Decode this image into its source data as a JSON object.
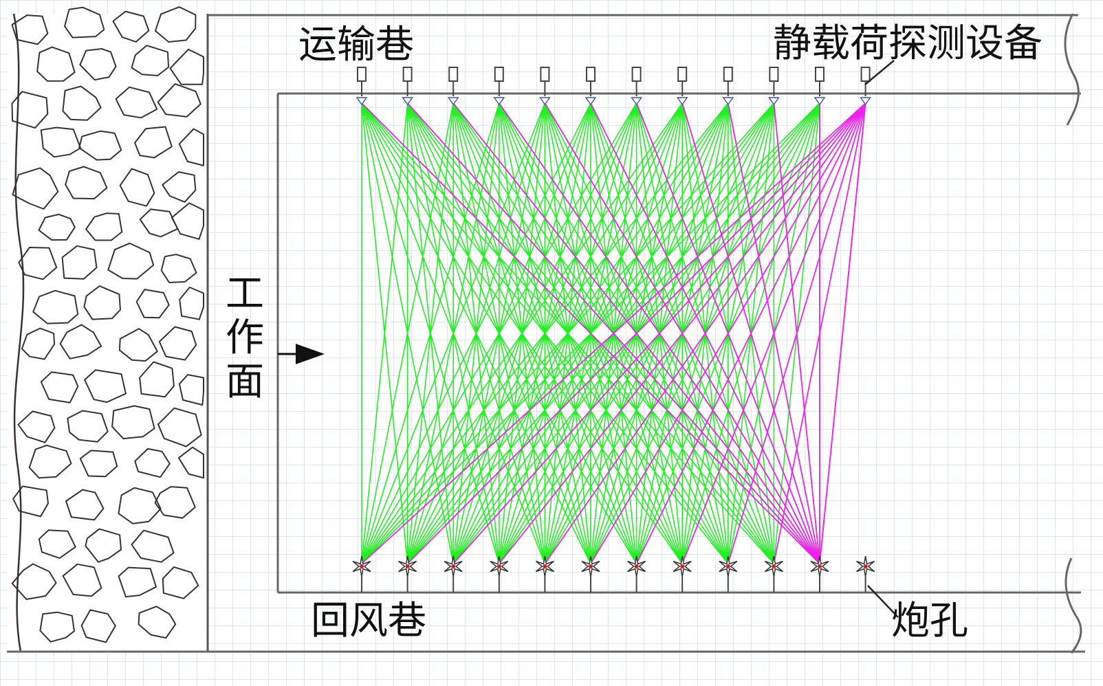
{
  "labels": {
    "transport_roadway": "运输巷",
    "static_load_device": "静载荷探测设备",
    "return_air_roadway": "回风巷",
    "blast_hole": "炮孔",
    "working_face": "工作面"
  },
  "colors": {
    "background": "#ffffff",
    "grid": "#d7dbe3",
    "outline": "#555555",
    "ray_normal": "#22ee22",
    "ray_highlight": "#ee22ee",
    "rock_stroke": "#333333",
    "blast_red": "#cc2222"
  },
  "icons": {
    "receiver": "receiver-icon",
    "blast": "blast-star-icon",
    "arrow": "arrow-right-icon"
  },
  "layout_meta": {
    "receiver_count": 12,
    "source_count": 12,
    "highlighted_source_index": 10,
    "highlighted_receiver_index": 11
  }
}
